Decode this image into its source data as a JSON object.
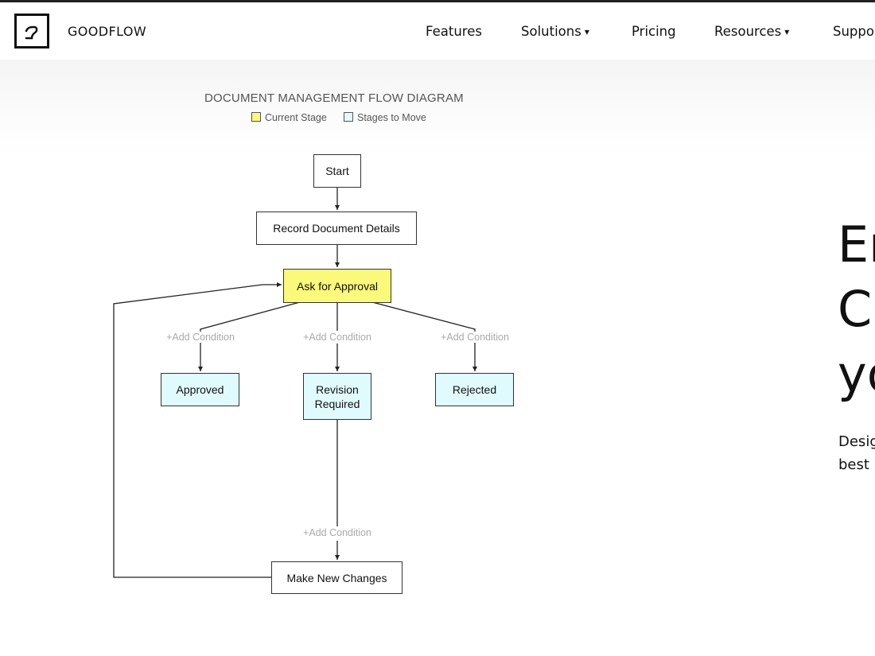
{
  "nav": {
    "brand": "GOODFLOW",
    "items": [
      {
        "label": "Features",
        "has_caret": false
      },
      {
        "label": "Solutions",
        "has_caret": true
      },
      {
        "label": "Pricing",
        "has_caret": false
      },
      {
        "label": "Resources",
        "has_caret": true
      },
      {
        "label": "Suppo",
        "has_caret": false
      }
    ],
    "caret_glyph": "▾"
  },
  "diagram": {
    "title": "DOCUMENT MANAGEMENT FLOW DIAGRAM",
    "legend": {
      "current": "Current Stage",
      "move": "Stages to Move"
    },
    "colors": {
      "current": "#fbf97a",
      "move": "#e0fbfd",
      "default": "#ffffff"
    },
    "nodes": {
      "start": "Start",
      "record": "Record Document Details",
      "ask": "Ask for Approval",
      "approved": "Approved",
      "revision_line1": "Revision",
      "revision_line2": "Required",
      "rejected": "Rejected",
      "make_changes": "Make New Changes"
    },
    "condition_label": "+Add Condition"
  },
  "hero": {
    "heading_lines": [
      "En",
      "C",
      "yo"
    ],
    "sub_lines": [
      "Desig",
      "best"
    ]
  }
}
